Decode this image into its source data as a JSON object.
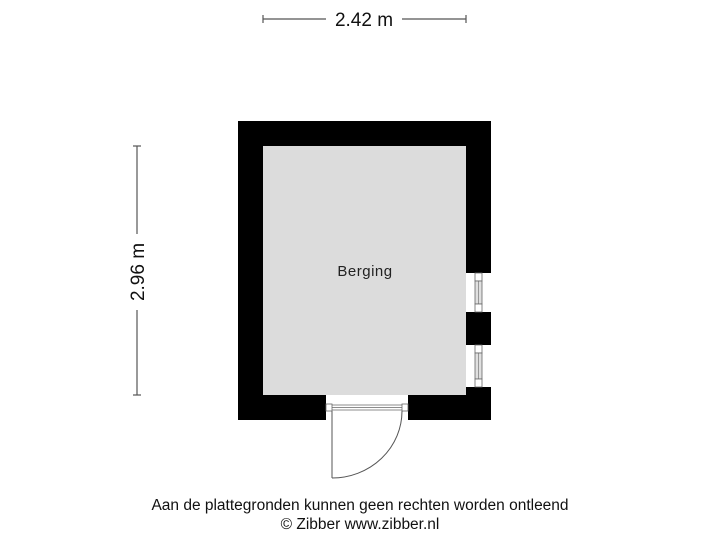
{
  "dimensions": {
    "width_label": "2.42 m",
    "height_label": "2.96 m"
  },
  "rooms": [
    {
      "name": "Berging"
    }
  ],
  "footer": {
    "disclaimer": "Aan de plattegronden kunnen geen rechten worden ontleend",
    "copyright": "© Zibber www.zibber.nl"
  },
  "colors": {
    "wall": "#000000",
    "floor": "#dcdcdc",
    "dimension_line": "#555555",
    "window_frame": "#888888"
  }
}
